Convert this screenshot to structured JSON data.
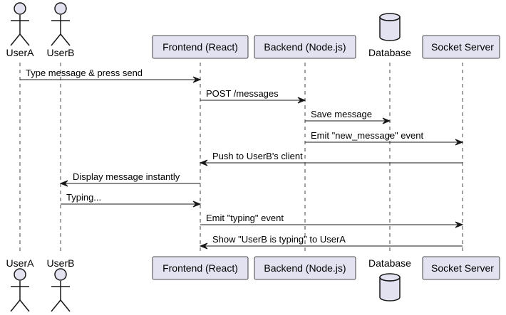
{
  "participants": [
    {
      "id": "userA",
      "label": "UserA",
      "kind": "actor"
    },
    {
      "id": "userB",
      "label": "UserB",
      "kind": "actor"
    },
    {
      "id": "frontend",
      "label": "Frontend (React)",
      "kind": "box"
    },
    {
      "id": "backend",
      "label": "Backend (Node.js)",
      "kind": "box"
    },
    {
      "id": "database",
      "label": "Database",
      "kind": "database"
    },
    {
      "id": "socket",
      "label": "Socket Server",
      "kind": "box"
    }
  ],
  "messages": [
    {
      "from": "userA",
      "to": "frontend",
      "label": "Type message & press send"
    },
    {
      "from": "frontend",
      "to": "backend",
      "label": "POST /messages"
    },
    {
      "from": "backend",
      "to": "database",
      "label": "Save message"
    },
    {
      "from": "backend",
      "to": "socket",
      "label": "Emit \"new_message\" event"
    },
    {
      "from": "socket",
      "to": "frontend",
      "label": "Push to UserB's client"
    },
    {
      "from": "frontend",
      "to": "userB",
      "label": "Display message instantly"
    },
    {
      "from": "userB",
      "to": "frontend",
      "label": "Typing..."
    },
    {
      "from": "frontend",
      "to": "socket",
      "label": "Emit \"typing\" event"
    },
    {
      "from": "socket",
      "to": "frontend",
      "label": "Show \"UserB is typing\" to UserA"
    }
  ],
  "colors": {
    "participant_fill": "#e2e2f0",
    "participant_stroke": "#181818",
    "lifeline": "#181818",
    "arrow": "#181818"
  }
}
